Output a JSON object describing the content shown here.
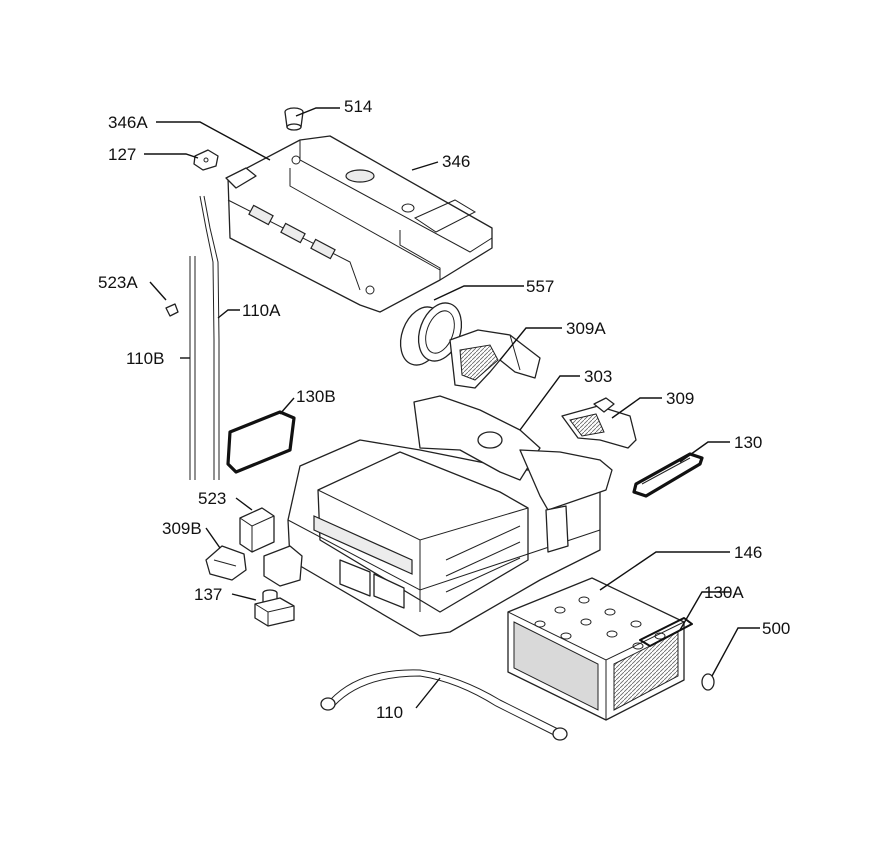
{
  "callouts": {
    "c514": "514",
    "c346A": "346A",
    "c346": "346",
    "c127": "127",
    "c523A": "523A",
    "c110A": "110A",
    "c110B": "110B",
    "c557": "557",
    "c309A": "309A",
    "c303": "303",
    "c130B": "130B",
    "c309": "309",
    "c130": "130",
    "c523": "523",
    "c309B": "309B",
    "c146": "146",
    "c137": "137",
    "c130A": "130A",
    "c500": "500",
    "c110": "110"
  }
}
